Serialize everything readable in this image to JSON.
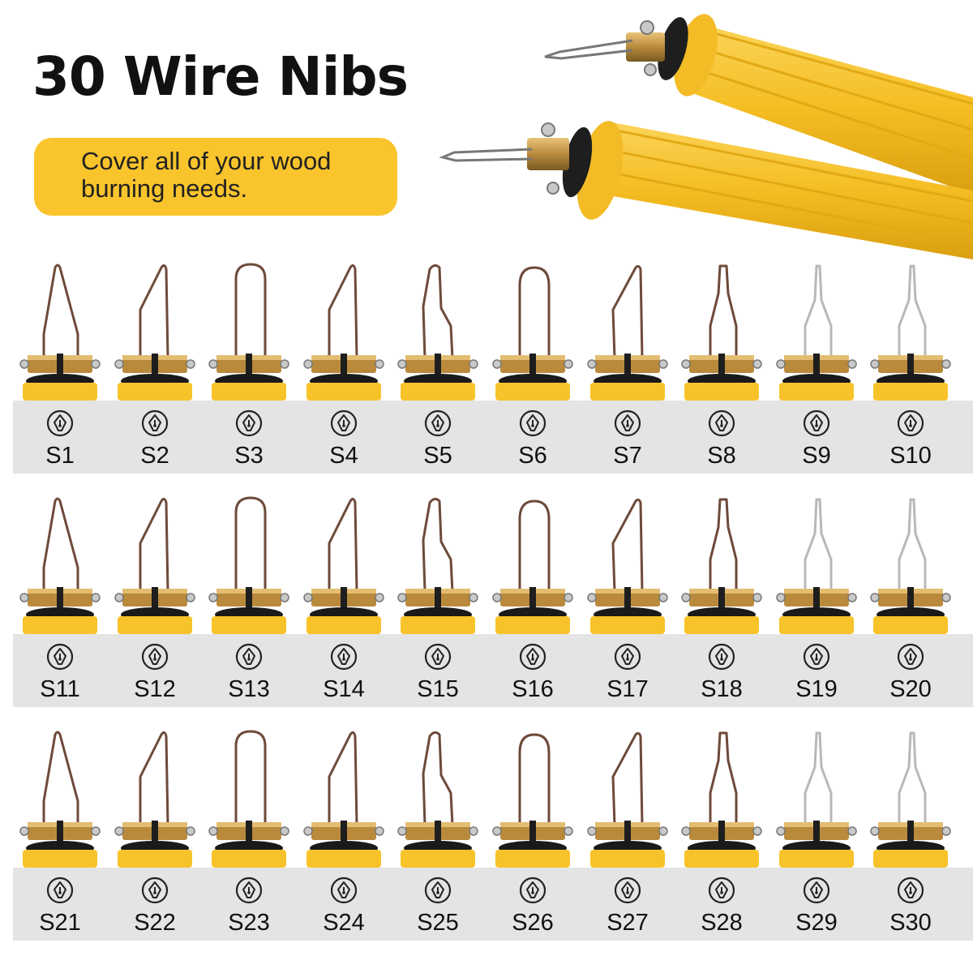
{
  "header": {
    "title": "30 Wire Nibs",
    "callout_line1": "Cover all of your wood",
    "callout_line2": "burning needs."
  },
  "colors": {
    "accent_yellow": "#fac52c",
    "handle_yellow": "#f8c32a",
    "band_gray": "#e4e4e4",
    "brass": "#b98a3c"
  },
  "nibs": [
    {
      "label": "S1",
      "shape": "pointed",
      "wire": "copper"
    },
    {
      "label": "S2",
      "shape": "slant",
      "wire": "copper"
    },
    {
      "label": "S3",
      "shape": "round",
      "wire": "copper"
    },
    {
      "label": "S4",
      "shape": "slant",
      "wire": "copper"
    },
    {
      "label": "S5",
      "shape": "hook",
      "wire": "copper"
    },
    {
      "label": "S6",
      "shape": "round-wide",
      "wire": "copper"
    },
    {
      "label": "S7",
      "shape": "knife",
      "wire": "copper"
    },
    {
      "label": "S8",
      "shape": "flat-tip",
      "wire": "copper"
    },
    {
      "label": "S9",
      "shape": "fine",
      "wire": "silver"
    },
    {
      "label": "S10",
      "shape": "fine",
      "wire": "silver"
    },
    {
      "label": "S11",
      "shape": "pointed",
      "wire": "copper"
    },
    {
      "label": "S12",
      "shape": "slant",
      "wire": "copper"
    },
    {
      "label": "S13",
      "shape": "round",
      "wire": "copper"
    },
    {
      "label": "S14",
      "shape": "slant",
      "wire": "copper"
    },
    {
      "label": "S15",
      "shape": "hook",
      "wire": "copper"
    },
    {
      "label": "S16",
      "shape": "round-wide",
      "wire": "copper"
    },
    {
      "label": "S17",
      "shape": "knife",
      "wire": "copper"
    },
    {
      "label": "S18",
      "shape": "flat-tip",
      "wire": "copper"
    },
    {
      "label": "S19",
      "shape": "fine",
      "wire": "silver"
    },
    {
      "label": "S20",
      "shape": "fine",
      "wire": "silver"
    },
    {
      "label": "S21",
      "shape": "pointed",
      "wire": "copper"
    },
    {
      "label": "S22",
      "shape": "slant",
      "wire": "copper"
    },
    {
      "label": "S23",
      "shape": "round",
      "wire": "copper"
    },
    {
      "label": "S24",
      "shape": "slant",
      "wire": "copper"
    },
    {
      "label": "S25",
      "shape": "hook",
      "wire": "copper"
    },
    {
      "label": "S26",
      "shape": "round-wide",
      "wire": "copper"
    },
    {
      "label": "S27",
      "shape": "knife",
      "wire": "copper"
    },
    {
      "label": "S28",
      "shape": "flat-tip",
      "wire": "copper"
    },
    {
      "label": "S29",
      "shape": "fine",
      "wire": "silver"
    },
    {
      "label": "S30",
      "shape": "fine",
      "wire": "silver"
    }
  ],
  "icons": {
    "nib_icon": "pen-nib-icon"
  }
}
